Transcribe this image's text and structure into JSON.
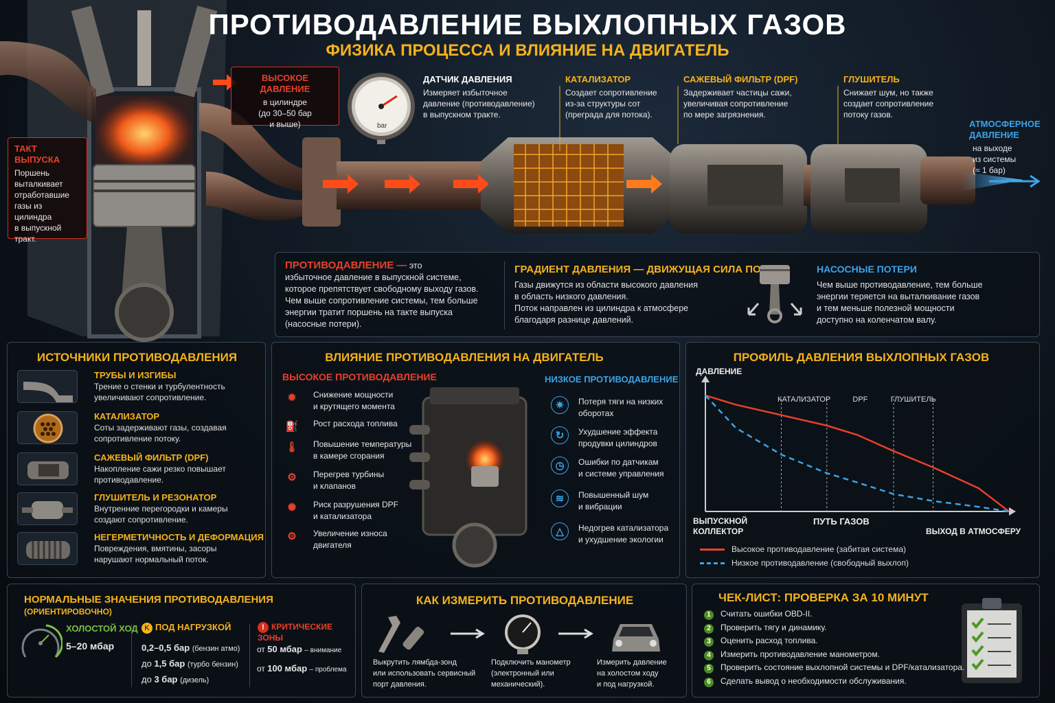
{
  "header": {
    "title": "ПРОТИВОДАВЛЕНИЕ ВЫХЛОПНЫХ ГАЗОВ",
    "subtitle": "ФИЗИКА ПРОЦЕССА И ВЛИЯНИЕ НА ДВИГАТЕЛЬ"
  },
  "colors": {
    "accent": "#f5b21c",
    "high": "#e8402a",
    "low": "#3ba3ea",
    "ok": "#7cc142",
    "background": "#0b1118"
  },
  "diagram": {
    "exhaust_stroke": {
      "title": "ТАКТ ВЫПУСКА",
      "text": [
        "Поршень",
        "выталкивает",
        "отработавшие",
        "газы из цилиндра",
        "в выпускной",
        "тракт."
      ]
    },
    "high_pressure": {
      "title": "ВЫСОКОЕ ДАВЛЕНИЕ",
      "text": [
        "в цилиндре",
        "(до 30–50 бар",
        "и выше)"
      ]
    },
    "sensor": {
      "title": "ДАТЧИК ДАВЛЕНИЯ",
      "text": [
        "Измеряет избыточное",
        "давление (противодавление)",
        "в выпускном тракте."
      ],
      "gauge_unit": "bar"
    },
    "catalyst": {
      "title": "КАТАЛИЗАТОР",
      "text": [
        "Создает сопротивление",
        "из-за структуры сот",
        "(преграда для потока)."
      ]
    },
    "dpf": {
      "title": "САЖЕВЫЙ ФИЛЬТР (DPF)",
      "text": [
        "Задерживает частицы сажи,",
        "увеличивая сопротивление",
        "по мере загрязнения."
      ]
    },
    "muffler": {
      "title": "ГЛУШИТЕЛЬ",
      "text": [
        "Снижает шум, но также",
        "создает сопротивление",
        "потоку газов."
      ]
    },
    "atmosphere": {
      "title": [
        "АТМОСФЕРНОЕ",
        "ДАВЛЕНИЕ"
      ],
      "text": [
        "на выходе",
        "из системы",
        "(≈ 1 бар)"
      ]
    }
  },
  "info": {
    "definition": {
      "title": "ПРОТИВОДАВЛЕНИЕ —",
      "title_suffix": "это",
      "text": [
        "избыточное давление в выпускной системе,",
        "которое препятствует свободному выходу газов.",
        "Чем выше сопротивление системы, тем больше",
        "энергии тратит поршень на такте выпуска",
        "(насосные потери)."
      ]
    },
    "gradient": {
      "title": "ГРАДИЕНТ ДАВЛЕНИЯ — ДВИЖУЩАЯ СИЛА ПОТОКА",
      "text": [
        "Газы движутся из области высокого давления",
        "в область низкого давления.",
        "Поток направлен из цилиндра к атмосфере",
        "благодаря разнице давлений."
      ]
    },
    "pumping": {
      "title": "НАСОСНЫЕ ПОТЕРИ",
      "text": [
        "Чем выше противодавление, тем больше",
        "энергии теряется на выталкивание газов",
        "и тем меньше полезной мощности",
        "доступно на коленчатом валу."
      ]
    }
  },
  "sources": {
    "title": "ИСТОЧНИКИ ПРОТИВОДАВЛЕНИЯ",
    "items": [
      {
        "icon": "pipe-bend-icon",
        "title": "ТРУБЫ И ИЗГИБЫ",
        "text": [
          "Трение о стенки и турбулентность",
          "увеличивают сопротивление."
        ]
      },
      {
        "icon": "honeycomb-icon",
        "title": "КАТАЛИЗАТОР",
        "text": [
          "Соты задерживают газы, создавая",
          "сопротивление потоку."
        ]
      },
      {
        "icon": "dpf-icon",
        "title": "САЖЕВЫЙ ФИЛЬТР (DPF)",
        "text": [
          "Накопление сажи резко повышает",
          "противодавление."
        ]
      },
      {
        "icon": "muffler-icon",
        "title": "ГЛУШИТЕЛЬ И РЕЗОНАТОР",
        "text": [
          "Внутренние перегородки и камеры",
          "создают сопротивление."
        ]
      },
      {
        "icon": "corrugated-pipe-icon",
        "title": "НЕГЕРМЕТИЧНОСТЬ И ДЕФОРМАЦИЯ",
        "text": [
          "Повреждения, вмятины, засоры",
          "нарушают нормальный поток."
        ]
      }
    ]
  },
  "effects": {
    "title": "ВЛИЯНИЕ ПРОТИВОДАВЛЕНИЯ НА ДВИГАТЕЛЬ",
    "high": {
      "title": "ВЫСОКОЕ ПРОТИВОДАВЛЕНИЕ",
      "items": [
        {
          "icon": "power-loss-icon",
          "text": [
            "Снижение мощности",
            "и крутящего момента"
          ]
        },
        {
          "icon": "fuel-pump-icon",
          "text": [
            "Рост расхода топлива"
          ]
        },
        {
          "icon": "thermometer-icon",
          "text": [
            "Повышение температуры",
            "в камере сгорания"
          ]
        },
        {
          "icon": "turbo-icon",
          "text": [
            "Перегрев турбины",
            "и клапанов"
          ]
        },
        {
          "icon": "dpf-damage-icon",
          "text": [
            "Риск разрушения DPF",
            "и катализатора"
          ]
        },
        {
          "icon": "gear-wear-icon",
          "text": [
            "Увеличение износа",
            "двигателя"
          ]
        }
      ]
    },
    "low": {
      "title": "НИЗКОЕ ПРОТИВОДАВЛЕНИЕ",
      "items": [
        {
          "icon": "torque-loss-icon",
          "text": [
            "Потеря тяги на низких",
            "оборотах"
          ]
        },
        {
          "icon": "scavenging-icon",
          "text": [
            "Ухудшение эффекта",
            "продувки цилиндров"
          ]
        },
        {
          "icon": "sensor-error-icon",
          "text": [
            "Ошибки по датчикам",
            "и системе управления"
          ]
        },
        {
          "icon": "noise-icon",
          "text": [
            "Повышенный шум",
            "и вибрации"
          ]
        },
        {
          "icon": "eco-icon",
          "text": [
            "Недогрев катализатора",
            "и ухудшение экологии"
          ]
        }
      ]
    }
  },
  "chart_data": {
    "type": "line",
    "title": "ПРОФИЛЬ ДАВЛЕНИЯ ВЫХЛОПНЫХ ГАЗОВ",
    "ylabel": "ДАВЛЕНИЕ",
    "xlabel": "ПУТЬ ГАЗОВ",
    "x_start_label": [
      "ВЫПУСКНОЙ",
      "КОЛЛЕКТОР"
    ],
    "x_end_label": "ВЫХОД В АТМОСФЕРУ",
    "markers": [
      {
        "label": "КАТАЛИЗАТОР",
        "x": [
          25,
          40
        ]
      },
      {
        "label": "DPF",
        "x": [
          40,
          62
        ]
      },
      {
        "label": "ГЛУШИТЕЛЬ",
        "x": [
          62,
          75
        ]
      }
    ],
    "xlim": [
      0,
      100
    ],
    "ylim": [
      0,
      110
    ],
    "x": [
      0,
      10,
      25,
      40,
      50,
      62,
      75,
      90,
      100
    ],
    "series": [
      {
        "name": "Высокое противодавление (забитая система)",
        "color": "#e8402a",
        "style": "solid",
        "values": [
          100,
          92,
          83,
          74,
          66,
          52,
          38,
          20,
          0
        ]
      },
      {
        "name": "Низкое противодавление (свободный выхлоп)",
        "color": "#3ba3ea",
        "style": "dashed",
        "values": [
          100,
          72,
          49,
          33,
          25,
          15,
          9,
          4,
          0
        ]
      }
    ],
    "grid": false,
    "legend": "bottom"
  },
  "normal": {
    "title": "НОРМАЛЬНЫЕ ЗНАЧЕНИЯ ПРОТИВОДАВЛЕНИЯ",
    "title_note": "(ОРИЕНТИРОВОЧНО)",
    "idle": {
      "title": "ХОЛОСТОЙ ХОД",
      "value": "5–20 мбар"
    },
    "load": {
      "title": "ПОД НАГРУЗКОЙ",
      "rows": [
        {
          "value": "0,2–0,5 бар",
          "note": "(бензин атмо)",
          "prefix": ""
        },
        {
          "prefix": "до",
          "value": "1,5 бар",
          "note": "(турбо бензин)"
        },
        {
          "prefix": "до",
          "value": "3 бар",
          "note": "(дизель)"
        }
      ]
    },
    "critical": {
      "title": "КРИТИЧЕСКИЕ ЗОНЫ",
      "rows": [
        {
          "prefix": "от",
          "value": "50 мбар",
          "note": "– внимание"
        },
        {
          "prefix": "от",
          "value": "100 мбар",
          "note": "– проблема"
        }
      ]
    }
  },
  "measure": {
    "title": "КАК ИЗМЕРИТЬ ПРОТИВОДАВЛЕНИЕ",
    "steps": [
      {
        "icon": "wrench-sensor-icon",
        "text": [
          "Выкрутить лямбда-зонд",
          "или использовать сервисный",
          "порт давления."
        ]
      },
      {
        "icon": "manometer-icon",
        "text": [
          "Подключить манометр",
          "(электронный или",
          "механический)."
        ]
      },
      {
        "icon": "car-icon",
        "text": [
          "Измерить давление",
          "на холостом ходу",
          "и под нагрузкой."
        ]
      }
    ]
  },
  "checklist": {
    "title": "ЧЕК-ЛИСТ: ПРОВЕРКА ЗА 10 МИНУТ",
    "items": [
      {
        "n": "1",
        "text": "Считать ошибки OBD-II."
      },
      {
        "n": "2",
        "text": "Проверить тягу и динамику."
      },
      {
        "n": "3",
        "text": "Оценить расход топлива."
      },
      {
        "n": "4",
        "text": "Измерить противодавление манометром."
      },
      {
        "n": "5",
        "text": "Проверить состояние выхлопной системы и DPF/катализатора."
      },
      {
        "n": "6",
        "text": "Сделать вывод о необходимости обслуживания."
      }
    ]
  }
}
